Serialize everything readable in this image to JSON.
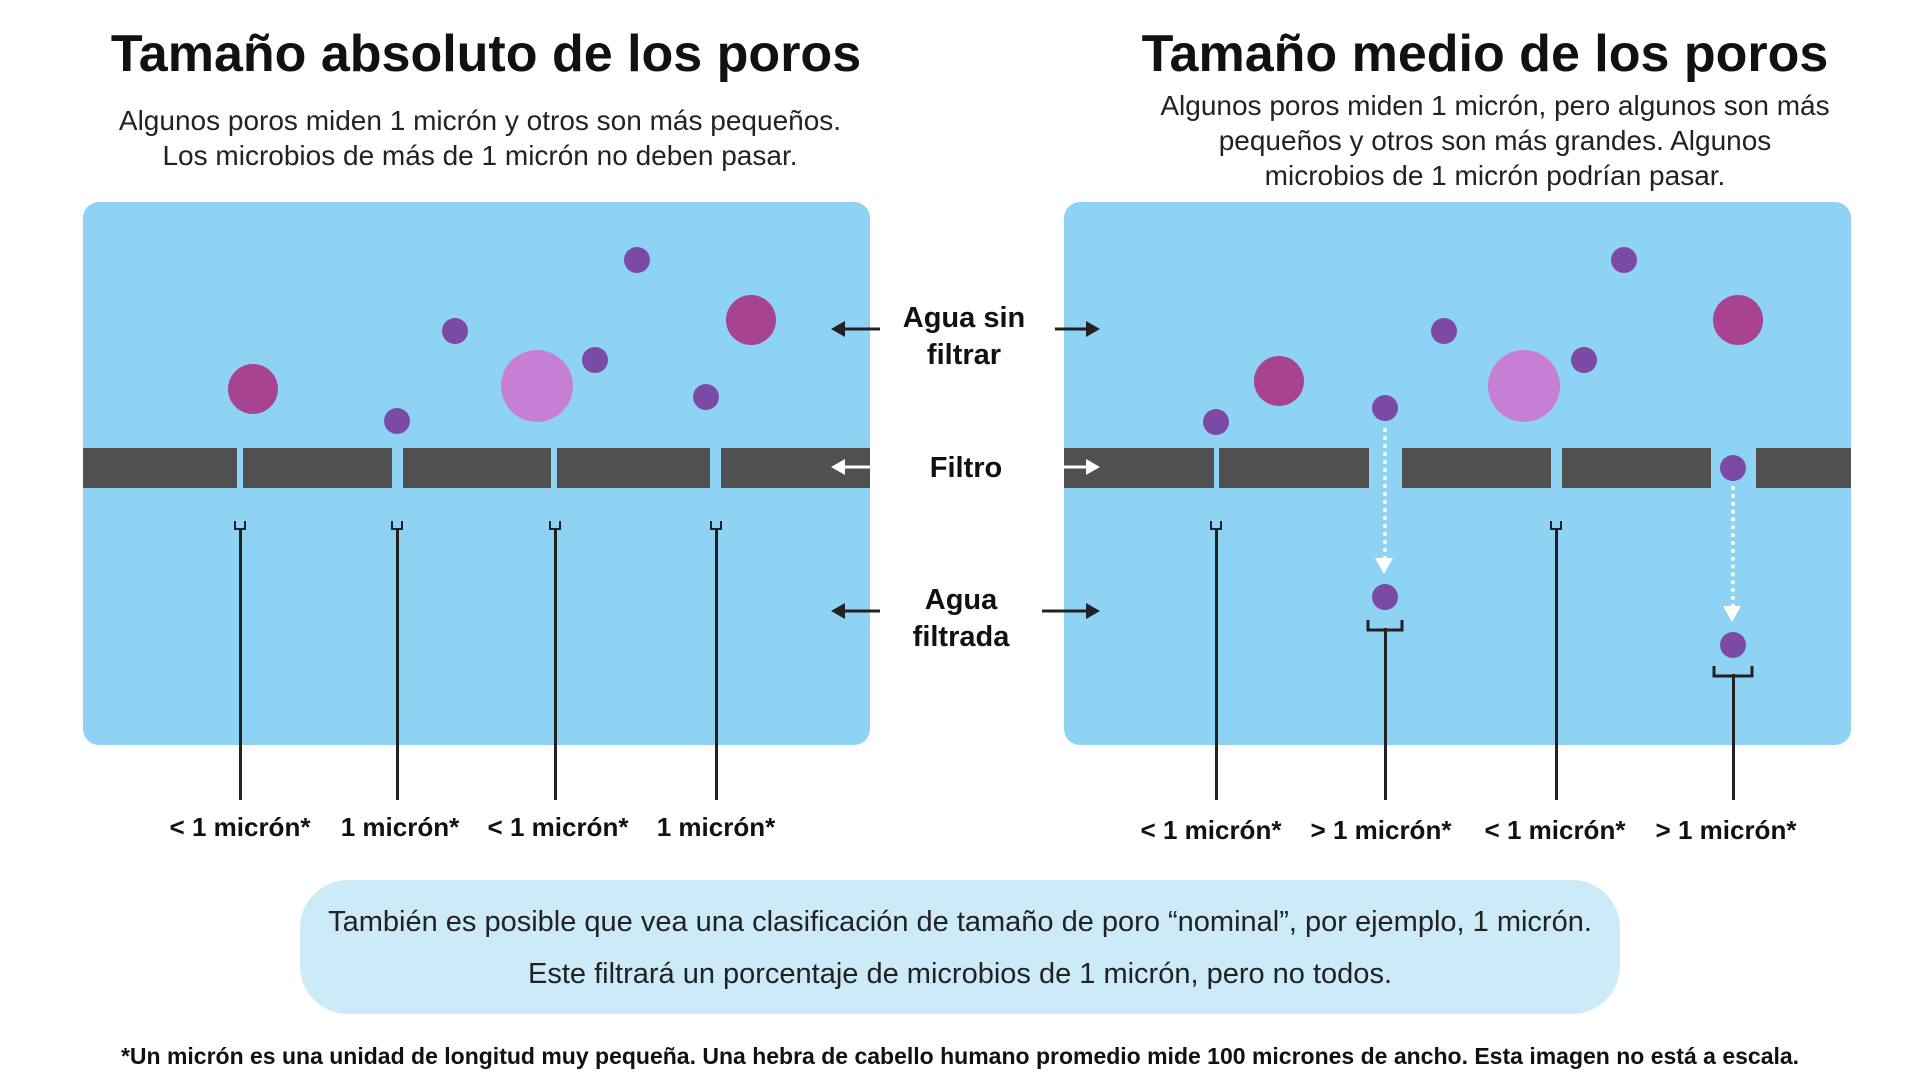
{
  "left": {
    "title": "Tamaño absoluto de los poros",
    "subtitle": "Algunos poros miden 1 micrón y otros son más pequeños.\nLos microbios de más de 1 micrón no deben pasar.",
    "labels": [
      "< 1 micrón*",
      "1 micrón*",
      "< 1 micrón*",
      "1 micrón*"
    ]
  },
  "right": {
    "title": "Tamaño medio de los poros",
    "subtitle": "Algunos poros miden 1 micrón, pero algunos son más\npequeños y otros son más grandes. Algunos\nmicrobios de 1 micrón podrían pasar.",
    "labels": [
      "< 1 micrón*",
      "> 1 micrón*",
      "< 1 micrón*",
      "> 1 micrón*"
    ]
  },
  "middle": {
    "unfiltered": "Agua sin\nfiltrar",
    "filter": "Filtro",
    "filtered": "Agua\nfiltrada"
  },
  "note": {
    "line1": "También es posible que vea una clasificación de tamaño de poro “nominal”, por ejemplo, 1 micrón.",
    "line2": "Este filtrará un porcentaje de microbios de 1 micrón, pero no todos."
  },
  "footnote": "*Un micrón es una unidad de longitud muy pequeña. Una hebra de cabello humano promedio mide 100 micrones de ancho. Esta imagen no está a escala.",
  "colors": {
    "water": "#8fd3f4",
    "filter": "#505050",
    "microbe_small": "#7b4aa6",
    "microbe_medium": "#a8438f",
    "microbe_large": "#c77fd6",
    "note_bg": "#cdeaf8"
  }
}
